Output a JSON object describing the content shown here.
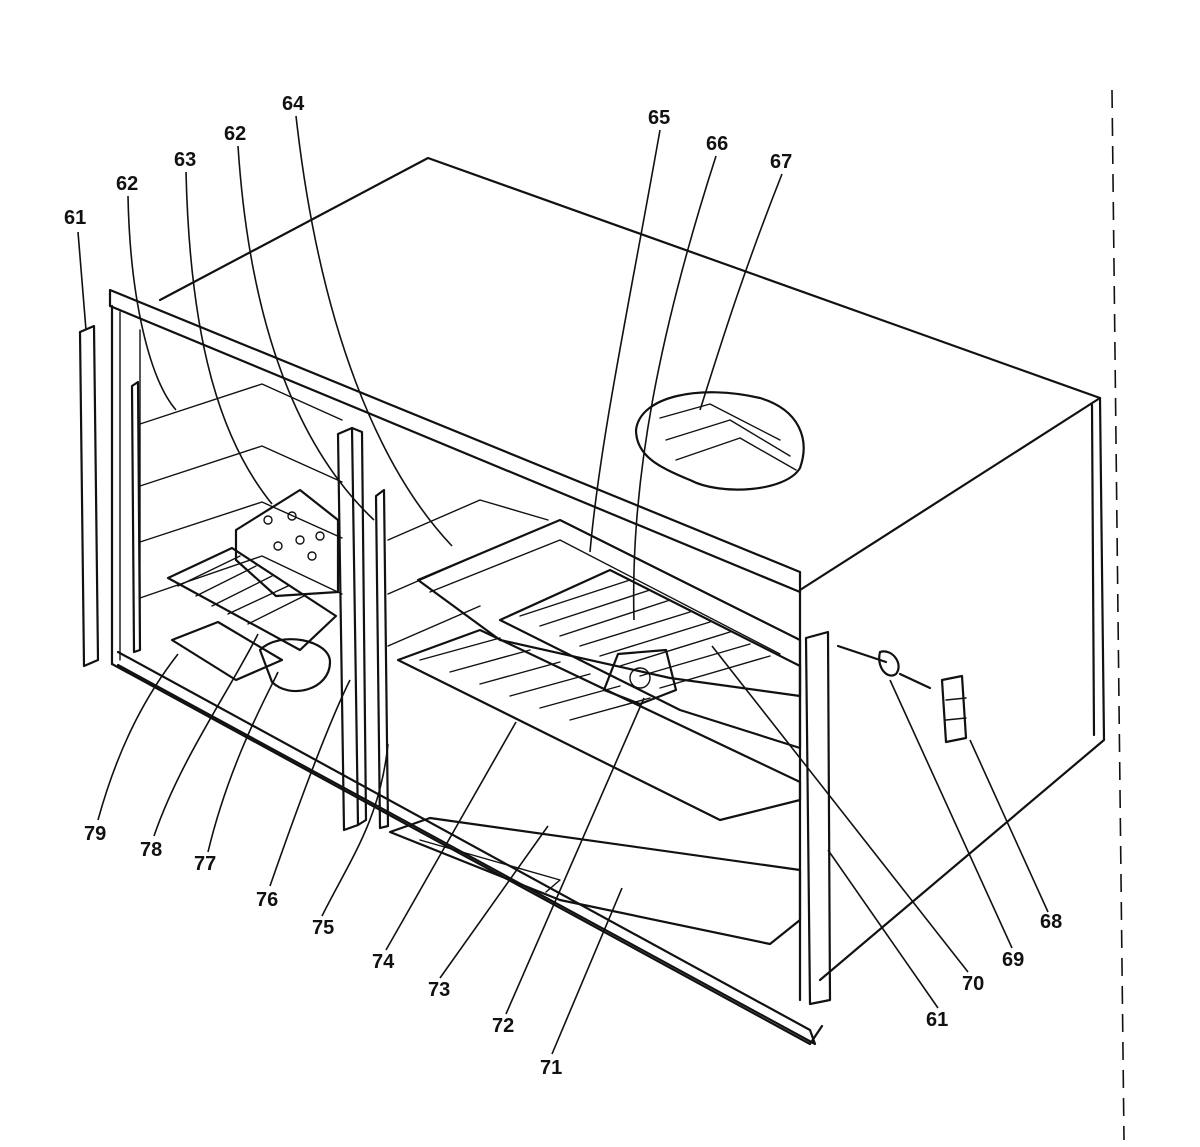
{
  "diagram": {
    "callouts": {
      "c61a": "61",
      "c62a": "62",
      "c63": "63",
      "c62b": "62",
      "c64": "64",
      "c65": "65",
      "c66": "66",
      "c67": "67",
      "c68": "68",
      "c69": "69",
      "c70": "70",
      "c61b": "61",
      "c71": "71",
      "c72": "72",
      "c73": "73",
      "c74": "74",
      "c75": "75",
      "c76": "76",
      "c77": "77",
      "c78": "78",
      "c79": "79"
    }
  }
}
